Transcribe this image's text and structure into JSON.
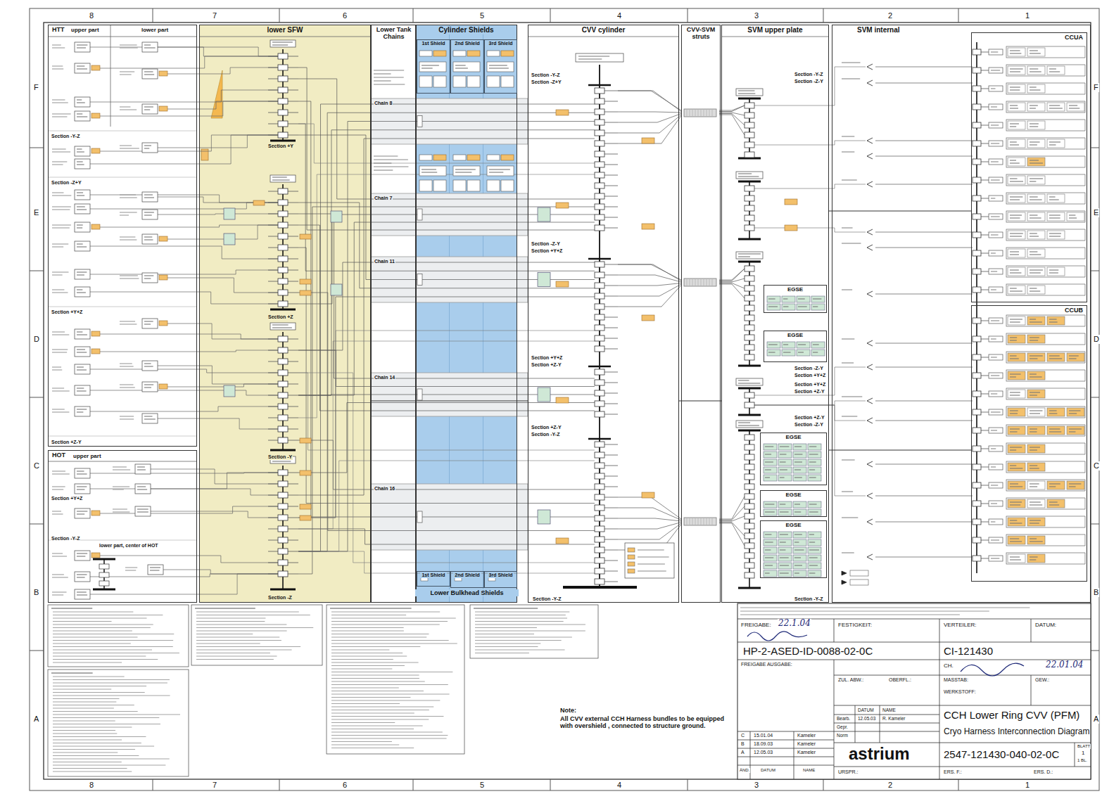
{
  "diagram": {
    "nodes": [
      {
        "text": [
          "HTT"
        ]
      },
      {
        "text": [
          "lower SFW"
        ]
      },
      {
        "text": [
          "Lower Tank Chains"
        ]
      },
      {
        "text": [
          "Cylinder Shields"
        ]
      },
      {
        "text": [
          "1st Shield"
        ],
        "in": 3
      },
      {
        "text": [
          "2nd Shield"
        ],
        "in": 3
      },
      {
        "text": [
          "3rd Shield"
        ],
        "in": 3
      },
      {
        "text": [
          "CVV cylinder"
        ]
      },
      {
        "text": [
          "CVV-SVM struts"
        ]
      },
      {
        "text": [
          "SVM upper plate"
        ]
      },
      {
        "text": [
          "EGSE"
        ],
        "in": 9
      },
      {
        "text": [
          "EGSE"
        ],
        "in": 9
      },
      {
        "text": [
          "EGSE"
        ],
        "in": 9
      },
      {
        "text": [
          "EGSE"
        ],
        "in": 9
      },
      {
        "text": [
          "EGSE"
        ],
        "in": 9
      },
      {
        "text": [
          "SVM internal"
        ]
      },
      {
        "text": [
          "CCUA"
        ],
        "in": 15
      },
      {
        "text": [
          "CCUB"
        ],
        "in": 15
      },
      {
        "text": [
          "HOT"
        ]
      },
      {
        "text": [
          "1st Shield"
        ],
        "in": 3
      },
      {
        "text": [
          "2nd Shield"
        ],
        "in": 3
      },
      {
        "text": [
          "3rd Shield"
        ],
        "in": 3
      }
    ],
    "edges": [
      {
        "from": 1,
        "to": 7,
        "arrow": "none"
      },
      {
        "from": 7,
        "to": 9,
        "arrow": "none"
      },
      {
        "from": 9,
        "to": 16,
        "arrow": "none"
      },
      {
        "from": 9,
        "to": 17,
        "arrow": "none"
      }
    ],
    "labels": [
      "8",
      "7",
      "6",
      "5",
      "4",
      "3",
      "2",
      "1",
      "8",
      "7",
      "6",
      "5",
      "4",
      "3",
      "2",
      "1",
      "F",
      "E",
      "D",
      "C",
      "B",
      "A",
      "F",
      "E",
      "D",
      "C",
      "B",
      "A",
      "upper part",
      "lower part",
      "Section -Y-Z",
      "Section -Z+Y",
      "Section +Y+Z",
      "Section +Z-Y",
      "upper part",
      "Section +Y+Z",
      "Section -Y-Z",
      "lower part, center of HOT",
      "Section +Y",
      "Section +Z",
      "Section -Y",
      "Section -Z",
      "Chain 8",
      "Chain 7",
      "Chain 11",
      "Chain 14",
      "Chain 16",
      "Lower Bulkhead Shields",
      "Section -Y-Z",
      "Section -Z+Y",
      "Section -Z-Y",
      "Section +Y+Z",
      "Section +Y+Z",
      "Section +Z-Y",
      "Section +Z-Y",
      "Section -Y-Z",
      "Section -Y-Z",
      "Section -Y-Z",
      "Section -Z-Y",
      "Section -Z-Y",
      "Section +Y+Z",
      "Section +Y+Z",
      "Section +Z-Y",
      "Section +Z-Y",
      "Section -Z-Y",
      "Section -Y-Z",
      "Note:",
      "All CVV external CCH Harness bundles to be equipped with overshield , connected to structure ground.",
      "FREIGABE:",
      "22.1.04",
      "FESTIGKEIT:",
      "VERTEILER:",
      "DATUM:",
      "HP-2-ASED-ID-0088-02-0C",
      "CI-121430",
      "FREIGABE AUSGABE:",
      "CH.",
      "22.01.04",
      "ZUL. ABW.:",
      "OBERFL.:",
      "MASSTAB:",
      "GEW.:",
      "WERKSTOFF:",
      "DATUM",
      "NAME",
      "Bearb.",
      "12.05.03",
      "R. Kameler",
      "Gepr.",
      "Norm",
      "CCH Lower Ring CVV (PFM)",
      "Cryo Harness Interconnection Diagram",
      "astrium",
      "2547-121430-040-02-0C",
      "BLATT",
      "1",
      "1 BL.",
      "C",
      "15.01.04",
      "Kameler",
      "B",
      "18.09.03",
      "Kameler",
      "A",
      "12.05.03",
      "Kameler",
      "ÄND.",
      "DATUM",
      "NAME",
      "URSPR.:",
      "ERS. F.:",
      "ERS. D.:"
    ]
  }
}
